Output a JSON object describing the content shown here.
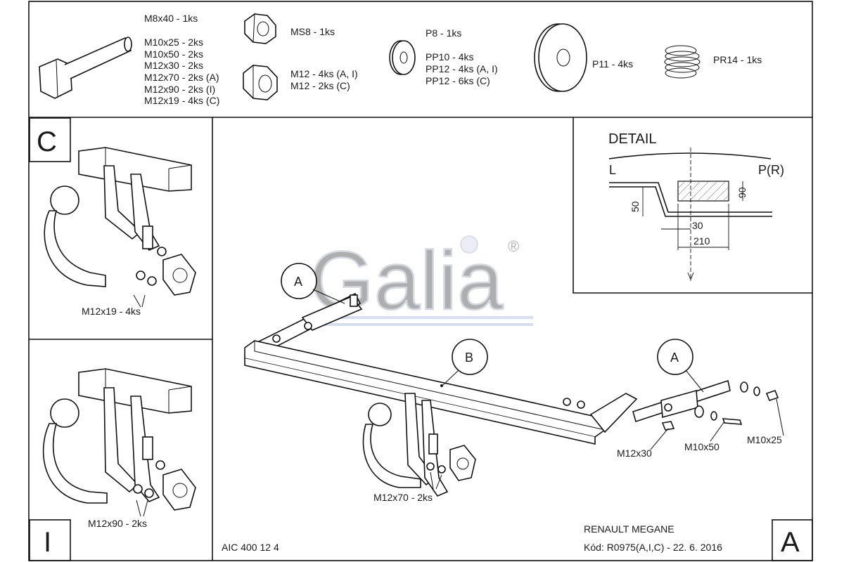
{
  "parts": {
    "bolt": {
      "lines": [
        "M8x40 - 1ks",
        "M10x25 - 2ks",
        "M10x50 - 2ks",
        "M12x30 - 2ks",
        "M12x70 - 2ks (A)",
        "M12x90 - 2ks (I)",
        "M12x19 - 4ks (C)"
      ]
    },
    "nut_ms8": "MS8 - 1ks",
    "nut_m12": [
      "M12 - 4ks (A, I)",
      "M12 - 2ks (C)"
    ],
    "washer_small": [
      "P8 - 1ks",
      "PP10 - 4ks",
      "PP12 - 4ks (A, I)",
      "PP12 - 6ks (C)"
    ],
    "washer_large": "P11 - 4ks",
    "spring": "PR14 - 1ks"
  },
  "variants": {
    "c": {
      "letter": "C",
      "bolt_label": "M12x19 - 4ks"
    },
    "i": {
      "letter": "I",
      "bolt_label": "M12x90 - 2ks"
    },
    "a": {
      "letter": "A"
    }
  },
  "main": {
    "callouts": [
      "A",
      "B",
      "A"
    ],
    "bolt_labels": [
      "M12x30",
      "M10x50",
      "M10x25",
      "M12x70 - 2ks"
    ],
    "watermark": "Galia",
    "registered": "®"
  },
  "detail": {
    "title": "DETAIL",
    "left": "L",
    "right": "P(R)",
    "dims": [
      "90",
      "50",
      "30",
      "210"
    ]
  },
  "footer": {
    "code": "AIC 400 12 4",
    "car": "RENAULT MEGANE",
    "kod": "Kód: R0975(A,I,C) - 22. 6. 2016"
  }
}
